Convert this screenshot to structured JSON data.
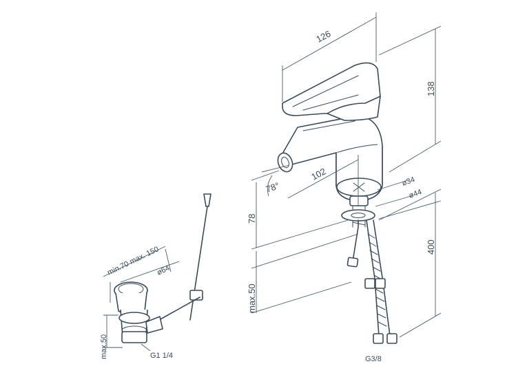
{
  "labels": {
    "width": "126",
    "height_top": "138",
    "reach": "102",
    "angle": "78°",
    "height_side": "78",
    "hose_len": "400",
    "dia_small": "ø34",
    "dia_large": "ø44",
    "max50_left": "max.50",
    "hose_thread": "G3/8",
    "drain_range": "min.70 max. 150",
    "drain_dia": "ø64",
    "drain_max50": "max.50",
    "drain_thread": "G1 1/4"
  }
}
